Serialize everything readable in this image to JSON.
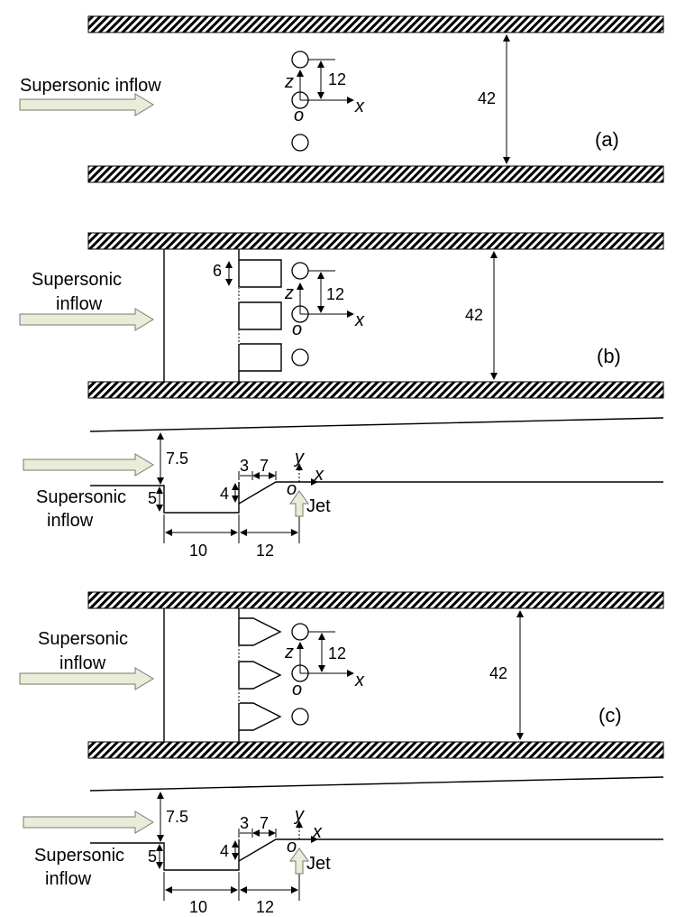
{
  "panel_a": {
    "inflow_label": "Supersonic inflow",
    "spacing": "12",
    "height": "42",
    "axis_z": "z",
    "axis_x": "x",
    "origin": "o",
    "tag": "(a)"
  },
  "panel_b": {
    "inflow_line1": "Supersonic",
    "inflow_line2": "inflow",
    "tooth_height": "6",
    "spacing": "12",
    "height": "42",
    "axis_z": "z",
    "axis_x": "x",
    "origin": "o",
    "tag": "(b)",
    "side": {
      "step_height": "7.5",
      "lip_height": "5",
      "ramp_height": "4",
      "gap": "3",
      "ramp_length": "7",
      "cavity_length": "10",
      "ramp_to_jet": "12",
      "axis_y": "y",
      "axis_x": "x",
      "origin": "o",
      "jet_label": "Jet",
      "inflow_line1": "Supersonic",
      "inflow_line2": "inflow"
    }
  },
  "panel_c": {
    "inflow_line1": "Supersonic",
    "inflow_line2": "inflow",
    "spacing": "12",
    "height": "42",
    "axis_z": "z",
    "axis_x": "x",
    "origin": "o",
    "tag": "(c)",
    "side": {
      "step_height": "7.5",
      "lip_height": "5",
      "ramp_height": "4",
      "gap": "3",
      "ramp_length": "7",
      "cavity_length": "10",
      "ramp_to_jet": "12",
      "axis_y": "y",
      "axis_x": "x",
      "origin": "o",
      "jet_label": "Jet",
      "inflow_line1": "Supersonic",
      "inflow_line2": "inflow"
    }
  }
}
